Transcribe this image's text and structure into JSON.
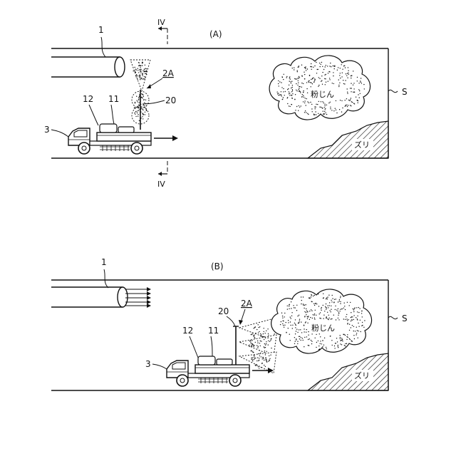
{
  "panel_a": {
    "label": "(A)",
    "duct_ref": "1",
    "section_mark_top": "IV",
    "section_mark_bottom": "IV",
    "sprayer_ref": "2A",
    "nozzle_ref": "20",
    "tank_ref": "11",
    "pump_ref": "12",
    "truck_ref": "3",
    "dust_label": "粉じん",
    "muck_label": "ズリ",
    "space_ref": "S"
  },
  "panel_b": {
    "label": "(B)",
    "duct_ref": "1",
    "sprayer_ref": "2A",
    "nozzle_ref": "20",
    "tank_ref": "11",
    "pump_ref": "12",
    "truck_ref": "3",
    "dust_label": "粉じん",
    "muck_label": "ズリ",
    "space_ref": "S"
  }
}
